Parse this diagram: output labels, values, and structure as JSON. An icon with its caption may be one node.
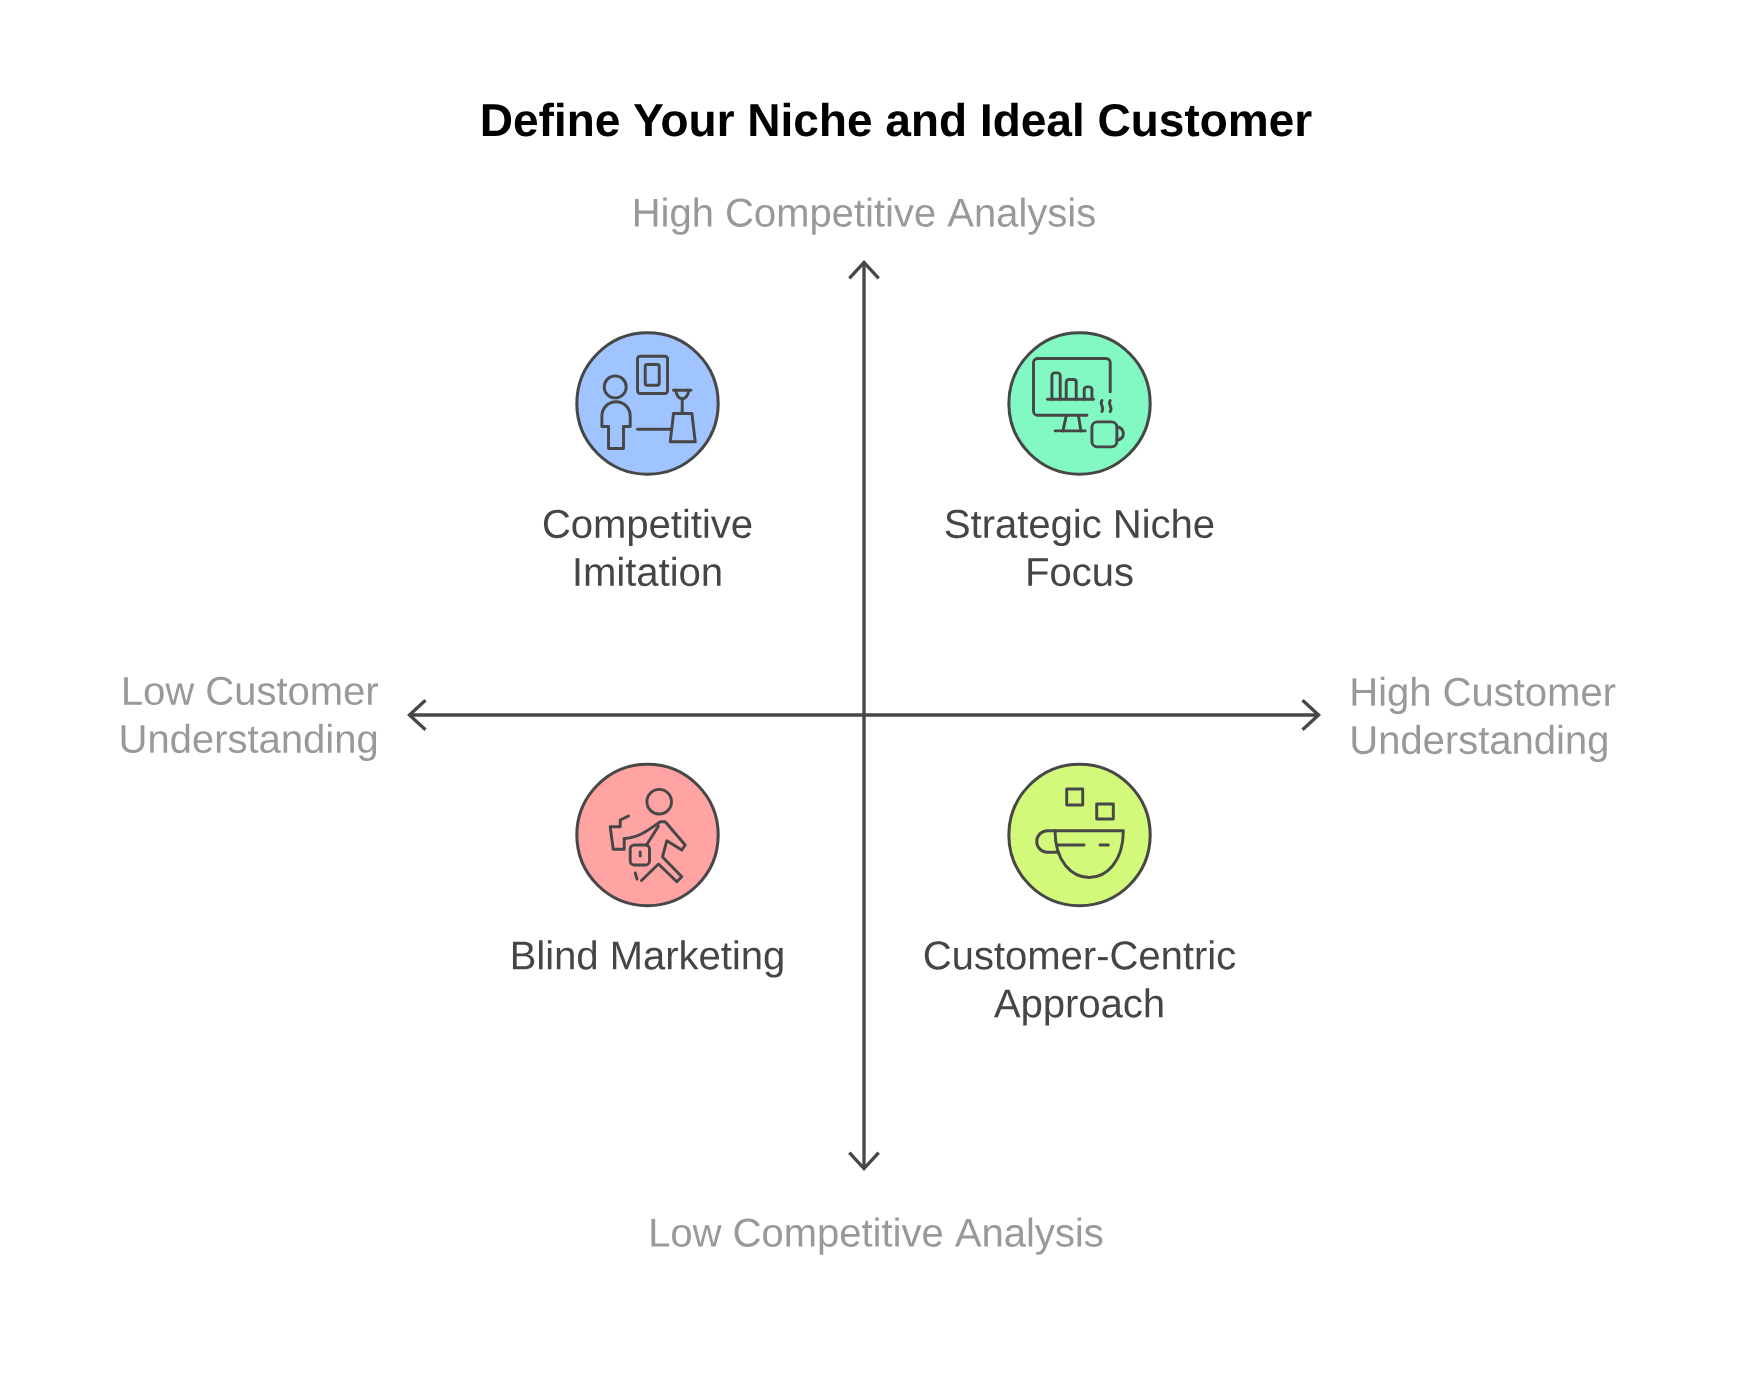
{
  "diagram": {
    "title": "Define Your Niche and Ideal Customer",
    "nodes": [
      {
        "text": [
          "Competitive Imitation"
        ]
      },
      {
        "text": [
          "Strategic Niche Focus"
        ]
      },
      {
        "text": [
          "Blind Marketing"
        ]
      },
      {
        "text": [
          "Customer-Centric Approach"
        ]
      }
    ],
    "labels": [
      "High Competitive Analysis",
      "Low Customer Understanding",
      "High Customer Understanding",
      "Low Competitive Analysis"
    ]
  }
}
